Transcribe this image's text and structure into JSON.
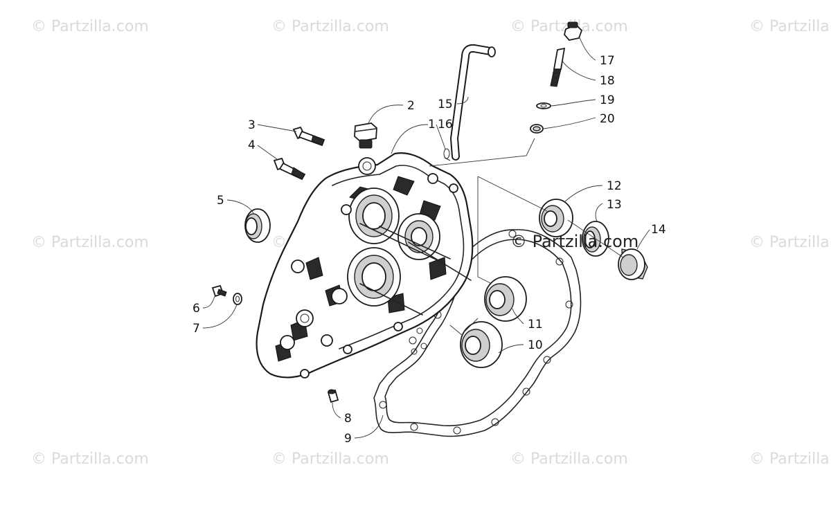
{
  "watermark": "© Partzilla.com",
  "watermark_center": "© Partzilla.com",
  "callouts": [
    "1",
    "2",
    "3",
    "4",
    "5",
    "6",
    "7",
    "8",
    "9",
    "10",
    "11",
    "12",
    "13",
    "14",
    "15",
    "16",
    "17",
    "18",
    "19",
    "20"
  ]
}
